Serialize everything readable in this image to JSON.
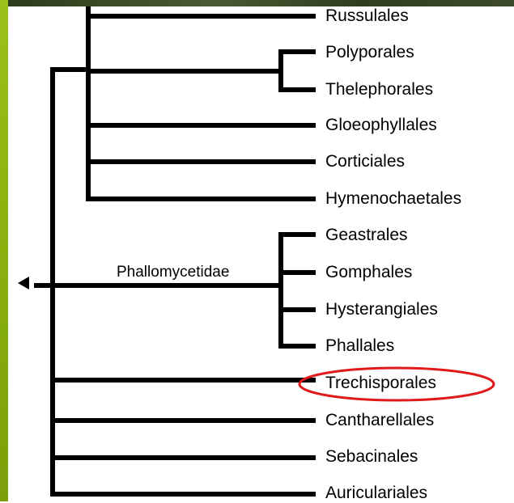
{
  "tree": {
    "clade_label": "Phallomycetidae",
    "taxa": [
      "Russulales",
      "Polyporales",
      "Thelephorales",
      "Gloeophyllales",
      "Corticiales",
      "Hymenochaetales",
      "Geastrales",
      "Gomphales",
      "Hysterangiales",
      "Phallales",
      "Trechisporales",
      "Cantharellales",
      "Sebacinales",
      "Auriculariales"
    ],
    "highlighted_taxon": "Trechisporales",
    "highlight_color": "#e0191b"
  }
}
